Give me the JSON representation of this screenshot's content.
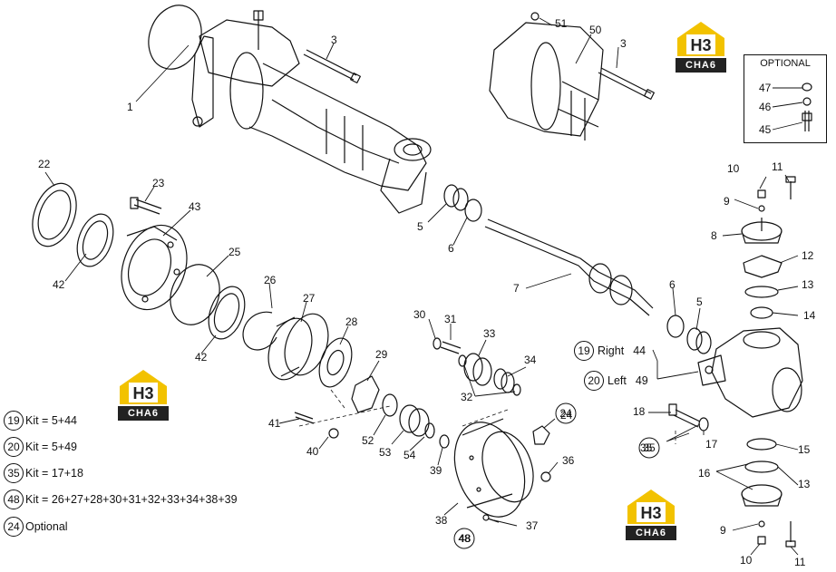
{
  "optional_box": {
    "title": "OPTIONAL"
  },
  "logo": {
    "mark": "H3",
    "text": "CHA6"
  },
  "side_labels": {
    "right": {
      "num": "19",
      "text": "Right",
      "part": "44"
    },
    "left": {
      "num": "20",
      "text": "Left",
      "part": "49"
    }
  },
  "legend": [
    {
      "num": "19",
      "text": "Kit = 5+44"
    },
    {
      "num": "20",
      "text": "Kit = 5+49"
    },
    {
      "num": "35",
      "text": "Kit = 17+18"
    },
    {
      "num": "48",
      "text": "Kit = 26+27+28+30+31+32+33+34+38+39"
    },
    {
      "num": "24",
      "text": "Optional"
    }
  ],
  "part_labels": [
    "1",
    "3",
    "51",
    "50",
    "3",
    "47",
    "46",
    "45",
    "22",
    "23",
    "43",
    "25",
    "42",
    "42",
    "26",
    "27",
    "28",
    "29",
    "41",
    "40",
    "52",
    "53",
    "54",
    "39",
    "30",
    "31",
    "33",
    "34",
    "32",
    "24",
    "36",
    "38",
    "48",
    "37",
    "5",
    "6",
    "7",
    "6",
    "5",
    "10",
    "11",
    "9",
    "8",
    "12",
    "13",
    "14",
    "44",
    "49",
    "18",
    "17",
    "35",
    "15",
    "16",
    "13",
    "9",
    "10",
    "11"
  ],
  "colors": {
    "line": "#111111",
    "logo_yellow": "#f2c200",
    "logo_dark": "#222222"
  }
}
